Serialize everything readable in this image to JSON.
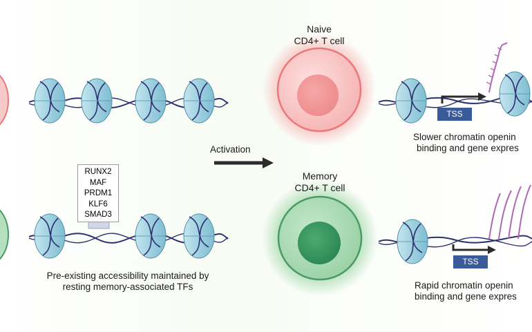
{
  "cells": {
    "naive": {
      "line1": "Naive",
      "line2": "CD4+ T cell",
      "color": "#e9787b"
    },
    "memory": {
      "line1": "Memory",
      "line2": "CD4+ T cell",
      "color": "#4a9a66"
    }
  },
  "activation_label": "Activation",
  "tf_list": [
    "RUNX2",
    "MAF",
    "PRDM1",
    "KLF6",
    "SMAD3"
  ],
  "tss_label": "TSS",
  "captions": {
    "left_bottom": {
      "line1": "Pre-existing accessibility maintained by",
      "line2": "resting memory-associated TFs"
    },
    "right_top": {
      "line1": "Slower chromatin openin",
      "line2": "binding and gene expres"
    },
    "right_bottom": {
      "line1": "Rapid chromatin openin",
      "line2": "binding and gene expres"
    }
  },
  "colors": {
    "nucleosome": "#9fd0e0",
    "dna": "#2c2f6e",
    "rna": "#b166b3",
    "tss": "#3a5a9a"
  }
}
